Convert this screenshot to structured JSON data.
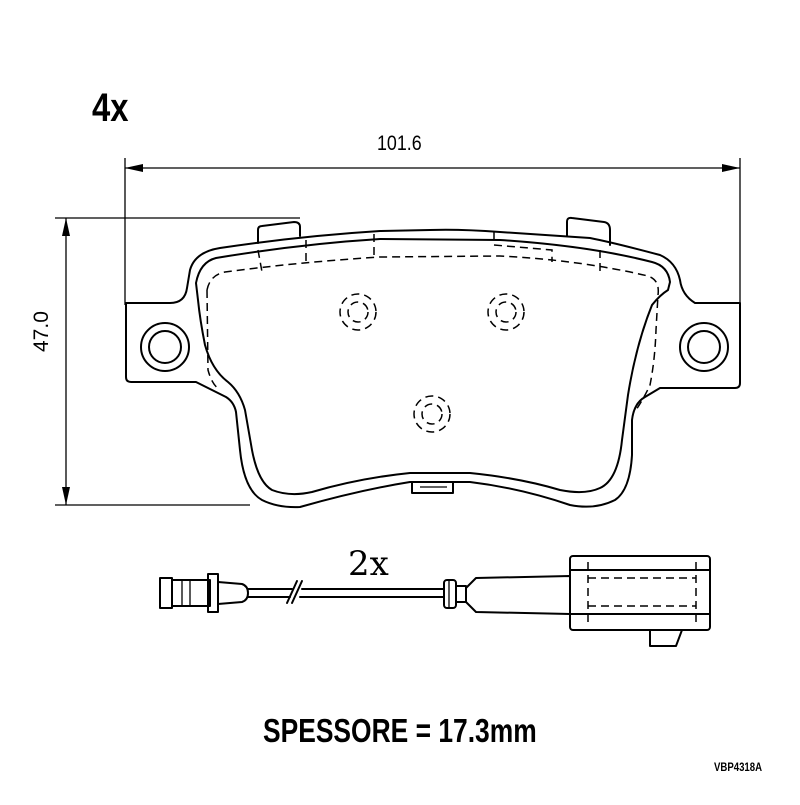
{
  "pad": {
    "quantity_label": "4x",
    "width_dimension": "101.6",
    "height_dimension": "47.0"
  },
  "sensor": {
    "quantity_label": "2x"
  },
  "specs": {
    "thickness_label": "SPESSORE = 17.3mm",
    "part_code": "VBP4318A"
  }
}
